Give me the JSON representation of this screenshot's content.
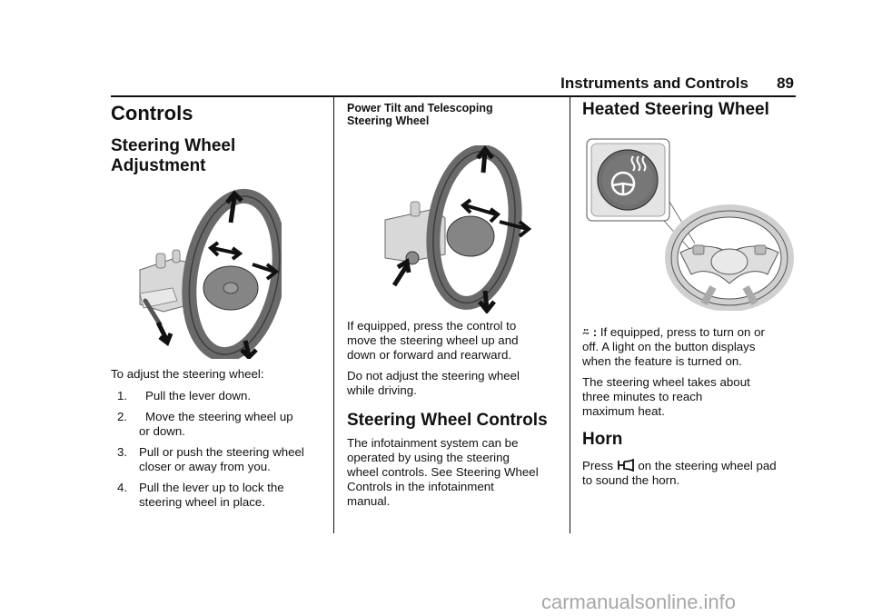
{
  "header": {
    "section": "Instruments and Controls",
    "page": "89"
  },
  "col1": {
    "heading": "Controls",
    "subheading": "Steering Wheel Adjustment",
    "subheading_lines": [
      "Steering Wheel",
      "Adjustment"
    ],
    "intro": "To adjust the steering wheel:",
    "steps": [
      {
        "num": "1.",
        "lines": [
          "Pull the lever down."
        ]
      },
      {
        "num": "2.",
        "lines": [
          "Move the steering wheel up",
          "or down."
        ]
      },
      {
        "num": "3.",
        "lines": [
          "Pull or push the steering wheel",
          "closer or away from you."
        ]
      },
      {
        "num": "4.",
        "lines": [
          "Pull the lever up to lock the",
          "steering wheel in place."
        ]
      }
    ]
  },
  "col2": {
    "title_lines": [
      "Power Tilt and Telescoping",
      "Steering Wheel"
    ],
    "para1_lines": [
      "If equipped, press the control to",
      "move the steering wheel up and",
      "down or forward and rearward."
    ],
    "para2_lines": [
      "Do not adjust the steering wheel",
      "while driving."
    ],
    "heading": "Steering Wheel Controls",
    "para3_lines": [
      "The infotainment system can be",
      "operated by using the steering",
      "wheel controls. See  Steering Wheel",
      "Controls  in the infotainment",
      "manual."
    ]
  },
  "col3": {
    "heading": "Heated Steering Wheel",
    "heated_symbol": "⍨",
    "heated_colon": ":",
    "para1_lines": [
      "If equipped, press to turn on or",
      "off. A light on the button displays",
      "when the feature is turned on."
    ],
    "para2_lines": [
      "The steering wheel takes about",
      "three minutes to reach",
      "maximum heat."
    ],
    "horn_heading": "Horn",
    "horn_press": "Press",
    "horn_text": "on the steering wheel pad",
    "horn_line2": "to sound the horn."
  },
  "watermark": "carmanualsonline.info",
  "icons": {
    "heated": "heated-steering-icon",
    "horn": "horn-icon"
  }
}
